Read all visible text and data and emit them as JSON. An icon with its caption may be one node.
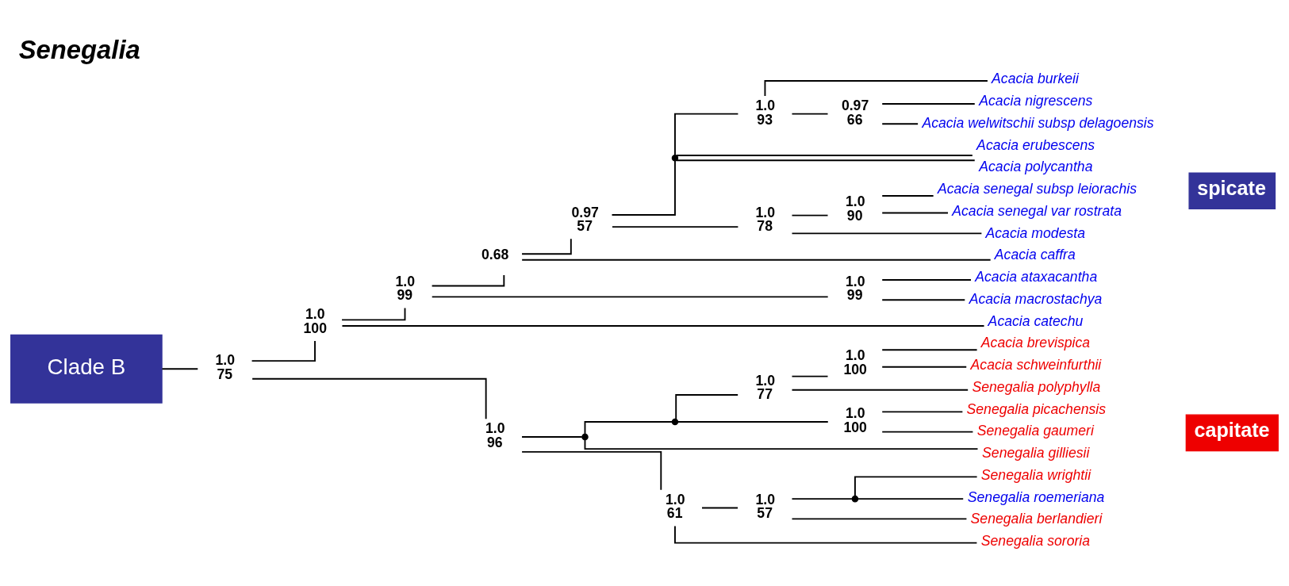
{
  "diagram": {
    "title": "Senegalia",
    "nodes": [
      {
        "text": [
          "Clade B"
        ]
      },
      {
        "text": [
          "1.0",
          "75"
        ]
      },
      {
        "text": [
          "1.0",
          "100"
        ]
      },
      {
        "text": [
          "1.0",
          "99"
        ]
      },
      {
        "text": [
          "0.68"
        ]
      },
      {
        "text": [
          "0.97",
          "57"
        ]
      },
      {
        "text": [],
        "shape": "point"
      },
      {
        "text": [
          "1.0",
          "93"
        ]
      },
      {
        "text": [
          "Acacia burkeii"
        ]
      },
      {
        "text": [
          "0.97",
          "66"
        ]
      },
      {
        "text": [
          "Acacia nigrescens"
        ]
      },
      {
        "text": [
          "Acacia welwitschii subsp delagoensis"
        ]
      },
      {
        "text": [
          "Acacia erubescens"
        ]
      },
      {
        "text": [
          "Acacia polycantha"
        ]
      },
      {
        "text": [
          "1.0",
          "78"
        ]
      },
      {
        "text": [
          "1.0",
          "90"
        ]
      },
      {
        "text": [
          "Acacia senegal subsp leiorachis"
        ]
      },
      {
        "text": [
          "Acacia senegal var rostrata"
        ]
      },
      {
        "text": [
          "Acacia modesta"
        ]
      },
      {
        "text": [
          "Acacia caffra"
        ]
      },
      {
        "text": [
          "1.0",
          "99"
        ]
      },
      {
        "text": [
          "Acacia ataxacantha"
        ]
      },
      {
        "text": [
          "Acacia macrostachya"
        ]
      },
      {
        "text": [
          "Acacia catechu"
        ]
      },
      {
        "text": [
          "1.0",
          "96"
        ]
      },
      {
        "text": [],
        "shape": "point"
      },
      {
        "text": [],
        "shape": "point"
      },
      {
        "text": [
          "1.0",
          "77"
        ]
      },
      {
        "text": [
          "1.0",
          "100"
        ]
      },
      {
        "text": [
          "Acacia brevispica"
        ]
      },
      {
        "text": [
          "Acacia schweinfurthii"
        ]
      },
      {
        "text": [
          "Senegalia polyphylla"
        ]
      },
      {
        "text": [
          "1.0",
          "100"
        ]
      },
      {
        "text": [
          "Senegalia picachensis"
        ]
      },
      {
        "text": [
          "Senegalia gaumeri"
        ]
      },
      {
        "text": [
          "Senegalia gilliesii"
        ]
      },
      {
        "text": [
          "1.0",
          "61"
        ]
      },
      {
        "text": [
          "1.0",
          "57"
        ]
      },
      {
        "text": [],
        "shape": "point"
      },
      {
        "text": [
          "Senegalia wrightii"
        ]
      },
      {
        "text": [
          "Senegalia roemeriana"
        ]
      },
      {
        "text": [
          "Senegalia berlandieri"
        ]
      },
      {
        "text": [
          "Senegalia sororia"
        ]
      }
    ],
    "edges": [
      {
        "from": 0,
        "to": 1,
        "arrow": "none"
      },
      {
        "from": 1,
        "to": 2,
        "arrow": "none"
      },
      {
        "from": 1,
        "to": 24,
        "arrow": "none"
      },
      {
        "from": 2,
        "to": 3,
        "arrow": "none"
      },
      {
        "from": 2,
        "to": 23,
        "arrow": "none"
      },
      {
        "from": 3,
        "to": 4,
        "arrow": "none"
      },
      {
        "from": 3,
        "to": 20,
        "arrow": "none"
      },
      {
        "from": 4,
        "to": 5,
        "arrow": "none"
      },
      {
        "from": 4,
        "to": 19,
        "arrow": "none"
      },
      {
        "from": 5,
        "to": 6,
        "arrow": "none"
      },
      {
        "from": 5,
        "to": 14,
        "arrow": "none"
      },
      {
        "from": 6,
        "to": 7,
        "arrow": "none"
      },
      {
        "from": 6,
        "to": 12,
        "arrow": "none"
      },
      {
        "from": 6,
        "to": 13,
        "arrow": "none"
      },
      {
        "from": 7,
        "to": 8,
        "arrow": "none"
      },
      {
        "from": 7,
        "to": 9,
        "arrow": "none"
      },
      {
        "from": 9,
        "to": 10,
        "arrow": "none"
      },
      {
        "from": 9,
        "to": 11,
        "arrow": "none"
      },
      {
        "from": 14,
        "to": 15,
        "arrow": "none"
      },
      {
        "from": 14,
        "to": 18,
        "arrow": "none"
      },
      {
        "from": 15,
        "to": 16,
        "arrow": "none"
      },
      {
        "from": 15,
        "to": 17,
        "arrow": "none"
      },
      {
        "from": 20,
        "to": 21,
        "arrow": "none"
      },
      {
        "from": 20,
        "to": 22,
        "arrow": "none"
      },
      {
        "from": 24,
        "to": 25,
        "arrow": "none"
      },
      {
        "from": 24,
        "to": 36,
        "arrow": "none"
      },
      {
        "from": 25,
        "to": 26,
        "arrow": "none"
      },
      {
        "from": 25,
        "to": 35,
        "arrow": "none"
      },
      {
        "from": 26,
        "to": 27,
        "arrow": "none"
      },
      {
        "from": 26,
        "to": 32,
        "arrow": "none"
      },
      {
        "from": 27,
        "to": 28,
        "arrow": "none"
      },
      {
        "from": 27,
        "to": 31,
        "arrow": "none"
      },
      {
        "from": 28,
        "to": 29,
        "arrow": "none"
      },
      {
        "from": 28,
        "to": 30,
        "arrow": "none"
      },
      {
        "from": 32,
        "to": 33,
        "arrow": "none"
      },
      {
        "from": 32,
        "to": 34,
        "arrow": "none"
      },
      {
        "from": 36,
        "to": 37,
        "arrow": "none"
      },
      {
        "from": 36,
        "to": 42,
        "arrow": "none"
      },
      {
        "from": 37,
        "to": 38,
        "arrow": "none"
      },
      {
        "from": 37,
        "to": 41,
        "arrow": "none"
      },
      {
        "from": 38,
        "to": 39,
        "arrow": "none"
      },
      {
        "from": 38,
        "to": 40,
        "arrow": "none"
      }
    ],
    "labels": [
      "spicate",
      "capitate"
    ]
  }
}
